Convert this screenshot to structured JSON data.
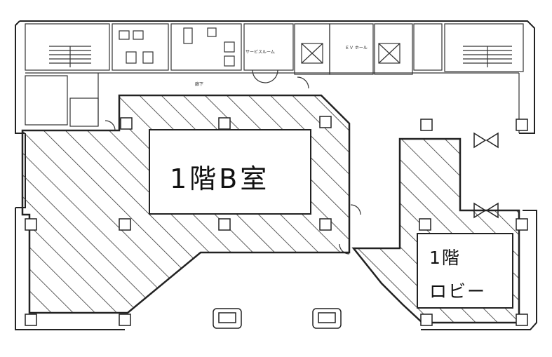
{
  "rooms": {
    "room_b": {
      "name": "1階B室"
    },
    "lobby": {
      "line1": "1階",
      "line2": "ロビー"
    }
  },
  "minor_labels": {
    "elevator_hall": "ＥＶ\nホール",
    "corridor": "廊下",
    "service_room": "サービスルーム"
  },
  "colors": {
    "line": "#222222",
    "hatch": "#333333",
    "background": "#ffffff"
  }
}
